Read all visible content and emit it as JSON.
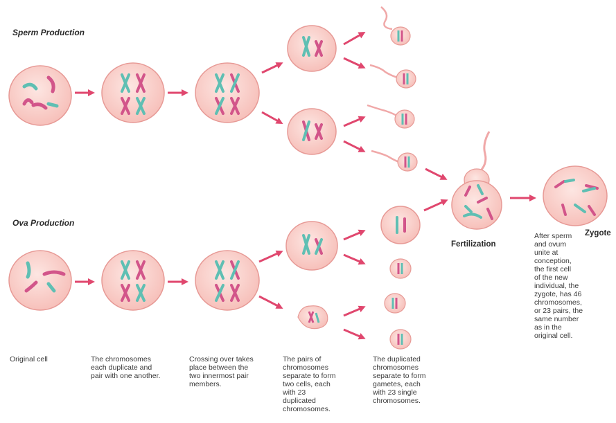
{
  "titles": {
    "sperm": "Sperm Production",
    "ova": "Ova Production"
  },
  "labels": {
    "fertilization": "Fertilization",
    "zygote": "Zygote"
  },
  "captions": {
    "original_cell": "Original cell",
    "duplicate": "The chromosomes\neach duplicate and\npair with one another.",
    "crossing": "Crossing over takes\nplace between the\ntwo innermost pair\nmembers.",
    "pairs_separate": "The pairs of\nchromosomes\nseparate to form\ntwo cells, each\nwith 23\nduplicated\nchromosomes.",
    "gametes": "The duplicated\nchromosomes\nseparate to form\ngametes, each\nwith 23 single\nchromosomes.",
    "zygote_desc": "After sperm\nand ovum\nunite at\nconception,\nthe first cell\nof the new\nindividual, the\nzygote, has 46\nchromosomes,\nor 23 pairs, the\nsame number\nas in the\noriginal cell."
  },
  "colors": {
    "cell_fill": "#f9c9c4",
    "cell_stroke": "#e79a96",
    "chrom_teal": "#5fbfb3",
    "chrom_pink": "#d2558a",
    "arrow": "#e0476e"
  }
}
